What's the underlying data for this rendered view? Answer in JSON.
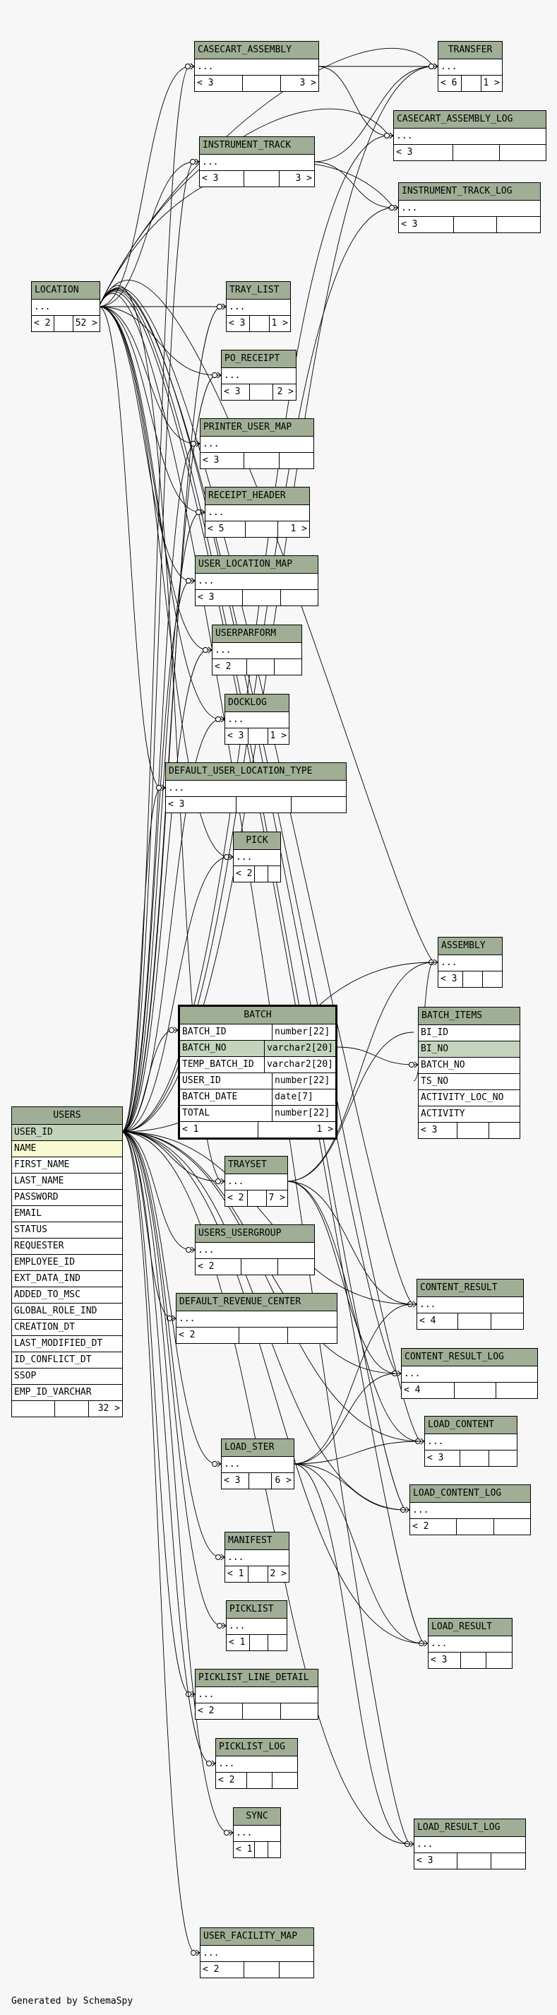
{
  "colors": {
    "header": "#9fae95",
    "highlight": "#fafad2",
    "pk": "#c4d3bb",
    "background": "#f7f7f7"
  },
  "tables": {
    "casecart_assembly": {
      "name": "CASECART_ASSEMBLY",
      "rows": [
        "..."
      ],
      "left": "< 3",
      "right": "3 >"
    },
    "transfer": {
      "name": "TRANSFER",
      "rows": [
        "..."
      ],
      "left": "< 6",
      "right": "1 >"
    },
    "casecart_assembly_log": {
      "name": "CASECART_ASSEMBLY_LOG",
      "rows": [
        "..."
      ],
      "left": "< 3",
      "right": ""
    },
    "instrument_track": {
      "name": "INSTRUMENT_TRACK",
      "rows": [
        "..."
      ],
      "left": "< 3",
      "right": "3 >"
    },
    "instrument_track_log": {
      "name": "INSTRUMENT_TRACK_LOG",
      "rows": [
        "..."
      ],
      "left": "< 3",
      "right": ""
    },
    "location": {
      "name": "LOCATION",
      "rows": [
        "..."
      ],
      "left": "< 2",
      "right": "52 >"
    },
    "tray_list": {
      "name": "TRAY_LIST",
      "rows": [
        "..."
      ],
      "left": "< 3",
      "right": "1 >"
    },
    "po_receipt": {
      "name": "PO_RECEIPT",
      "rows": [
        "..."
      ],
      "left": "< 3",
      "right": "2 >"
    },
    "printer_user_map": {
      "name": "PRINTER_USER_MAP",
      "rows": [
        "..."
      ],
      "left": "< 3",
      "right": ""
    },
    "receipt_header": {
      "name": "RECEIPT_HEADER",
      "rows": [
        "..."
      ],
      "left": "< 5",
      "right": "1 >"
    },
    "user_location_map": {
      "name": "USER_LOCATION_MAP",
      "rows": [
        "..."
      ],
      "left": "< 3",
      "right": ""
    },
    "userparform": {
      "name": "USERPARFORM",
      "rows": [
        "..."
      ],
      "left": "< 2",
      "right": ""
    },
    "docklog": {
      "name": "DOCKLOG",
      "rows": [
        "..."
      ],
      "left": "< 3",
      "right": "1 >"
    },
    "default_user_location_type": {
      "name": "DEFAULT_USER_LOCATION_TYPE",
      "rows": [
        "..."
      ],
      "left": "< 3",
      "right": ""
    },
    "pick": {
      "name": "PICK",
      "rows": [
        "..."
      ],
      "left": "< 2",
      "right": ""
    },
    "assembly": {
      "name": "ASSEMBLY",
      "rows": [
        "..."
      ],
      "left": "< 3",
      "right": ""
    },
    "batch_items": {
      "name": "BATCH_ITEMS",
      "rows": [
        "BI_ID",
        "BI_NO",
        "BATCH_NO",
        "TS_NO",
        "ACTIVITY_LOC_NO",
        "ACTIVITY"
      ],
      "left": "< 3",
      "right": ""
    },
    "users": {
      "name": "USERS",
      "rows": [
        "USER_ID",
        "NAME",
        "FIRST_NAME",
        "LAST_NAME",
        "PASSWORD",
        "EMAIL",
        "STATUS",
        "REQUESTER",
        "EMPLOYEE_ID",
        "EXT_DATA_IND",
        "ADDED_TO_MSC",
        "GLOBAL_ROLE_IND",
        "CREATION_DT",
        "LAST_MODIFIED_DT",
        "ID_CONFLICT_DT",
        "SSOP",
        "EMP_ID_VARCHAR"
      ],
      "left": "",
      "right": "32 >"
    },
    "trayset": {
      "name": "TRAYSET",
      "rows": [
        "..."
      ],
      "left": "< 2",
      "right": "7 >"
    },
    "users_usergroup": {
      "name": "USERS_USERGROUP",
      "rows": [
        "..."
      ],
      "left": "< 2",
      "right": ""
    },
    "default_revenue_center": {
      "name": "DEFAULT_REVENUE_CENTER",
      "rows": [
        "..."
      ],
      "left": "< 2",
      "right": ""
    },
    "content_result": {
      "name": "CONTENT_RESULT",
      "rows": [
        "..."
      ],
      "left": "< 4",
      "right": ""
    },
    "content_result_log": {
      "name": "CONTENT_RESULT_LOG",
      "rows": [
        "..."
      ],
      "left": "< 4",
      "right": ""
    },
    "load_content": {
      "name": "LOAD_CONTENT",
      "rows": [
        "..."
      ],
      "left": "< 3",
      "right": ""
    },
    "load_ster": {
      "name": "LOAD_STER",
      "rows": [
        "..."
      ],
      "left": "< 3",
      "right": "6 >"
    },
    "load_content_log": {
      "name": "LOAD_CONTENT_LOG",
      "rows": [
        "..."
      ],
      "left": "< 2",
      "right": ""
    },
    "manifest": {
      "name": "MANIFEST",
      "rows": [
        "..."
      ],
      "left": "< 1",
      "right": "2 >"
    },
    "picklist": {
      "name": "PICKLIST",
      "rows": [
        "..."
      ],
      "left": "< 1",
      "right": ""
    },
    "load_result": {
      "name": "LOAD_RESULT",
      "rows": [
        "..."
      ],
      "left": "< 3",
      "right": ""
    },
    "picklist_line_detail": {
      "name": "PICKLIST_LINE_DETAIL",
      "rows": [
        "..."
      ],
      "left": "< 2",
      "right": ""
    },
    "picklist_log": {
      "name": "PICKLIST_LOG",
      "rows": [
        "..."
      ],
      "left": "< 2",
      "right": ""
    },
    "sync": {
      "name": "SYNC",
      "rows": [
        "..."
      ],
      "left": "< 1",
      "right": ""
    },
    "load_result_log": {
      "name": "LOAD_RESULT_LOG",
      "rows": [
        "..."
      ],
      "left": "< 3",
      "right": ""
    },
    "user_facility_map": {
      "name": "USER_FACILITY_MAP",
      "rows": [
        "..."
      ],
      "left": "< 2",
      "right": ""
    }
  },
  "batch": {
    "name": "BATCH",
    "columns": [
      {
        "name": "BATCH_ID",
        "type": "number[22]"
      },
      {
        "name": "BATCH_NO",
        "type": "varchar2[20]"
      },
      {
        "name": "TEMP_BATCH_ID",
        "type": "varchar2[20]"
      },
      {
        "name": "USER_ID",
        "type": "number[22]"
      },
      {
        "name": "BATCH_DATE",
        "type": "date[7]"
      },
      {
        "name": "TOTAL",
        "type": "number[22]"
      }
    ],
    "left": "< 1",
    "right": "1 >"
  },
  "footer": "Generated by SchemaSpy"
}
